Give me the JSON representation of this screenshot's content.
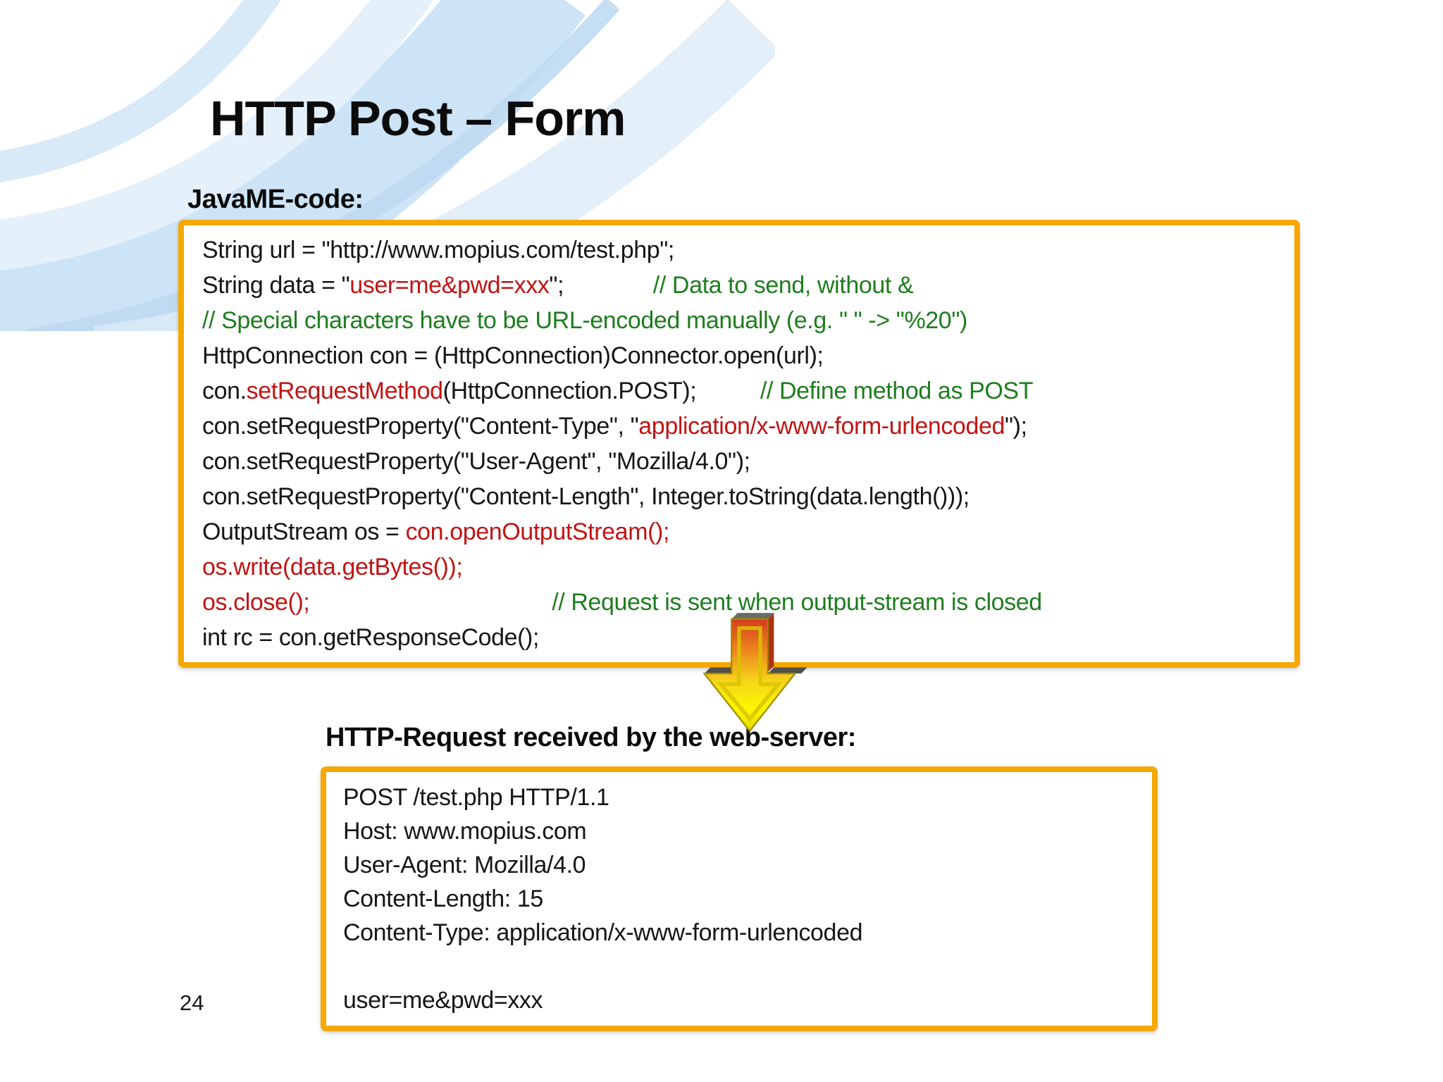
{
  "slide": {
    "title": "HTTP Post – Form",
    "page_number": "24"
  },
  "colors": {
    "box_border": "#f5a800",
    "code_red": "#c21414",
    "comment_green": "#1e7d1e",
    "swirl_blue": "#cde4f6",
    "arrow_top_red": "#d63a1e",
    "arrow_yellow": "#fdf800"
  },
  "icons": {
    "down_arrow": "3d-down-arrow"
  },
  "javame_code": {
    "label": "JavaME-code:",
    "lines": [
      {
        "segments": [
          {
            "kind": "plain",
            "text": "String url = \"http://www.mopius.com/test.php\";"
          }
        ]
      },
      {
        "segments": [
          {
            "kind": "plain",
            "text": "String data = \""
          },
          {
            "kind": "red",
            "text": "user=me&pwd=xxx"
          },
          {
            "kind": "plain",
            "text": "\";              "
          },
          {
            "kind": "green",
            "text": "// Data to send, without &"
          }
        ]
      },
      {
        "segments": [
          {
            "kind": "green",
            "text": "// Special characters have to be URL-encoded manually (e.g. \" \" -> \"%20\")"
          }
        ]
      },
      {
        "segments": [
          {
            "kind": "plain",
            "text": "HttpConnection con = (HttpConnection)Connector.open(url);"
          }
        ]
      },
      {
        "segments": [
          {
            "kind": "plain",
            "text": "con."
          },
          {
            "kind": "red",
            "text": "setRequestMethod"
          },
          {
            "kind": "plain",
            "text": "(HttpConnection.POST);          "
          },
          {
            "kind": "green",
            "text": "// Define method as POST"
          }
        ]
      },
      {
        "segments": [
          {
            "kind": "plain",
            "text": "con.setRequestProperty(\"Content-Type\", \""
          },
          {
            "kind": "red",
            "text": "application/x-www-form-urlencoded"
          },
          {
            "kind": "plain",
            "text": "\");"
          }
        ]
      },
      {
        "segments": [
          {
            "kind": "plain",
            "text": "con.setRequestProperty(\"User-Agent\", \"Mozilla/4.0\");"
          }
        ]
      },
      {
        "segments": [
          {
            "kind": "plain",
            "text": "con.setRequestProperty(\"Content-Length\", Integer.toString(data.length()));"
          }
        ]
      },
      {
        "segments": [
          {
            "kind": "plain",
            "text": "OutputStream os = "
          },
          {
            "kind": "red",
            "text": "con.openOutputStream();"
          }
        ]
      },
      {
        "segments": [
          {
            "kind": "red",
            "text": "os.write(data.getBytes());"
          }
        ]
      },
      {
        "segments": [
          {
            "kind": "red",
            "text": "os.close();"
          },
          {
            "kind": "plain",
            "text": "                                      "
          },
          {
            "kind": "green",
            "text": "// Request is sent when output-stream is closed"
          }
        ]
      },
      {
        "segments": [
          {
            "kind": "plain",
            "text": "int rc = con.getResponseCode();"
          }
        ]
      }
    ]
  },
  "http_request": {
    "label": "HTTP-Request received by the web-server:",
    "lines": [
      "POST /test.php HTTP/1.1",
      "Host: www.mopius.com",
      "User-Agent: Mozilla/4.0",
      "Content-Length: 15",
      "Content-Type: application/x-www-form-urlencoded",
      "",
      "user=me&pwd=xxx"
    ]
  }
}
